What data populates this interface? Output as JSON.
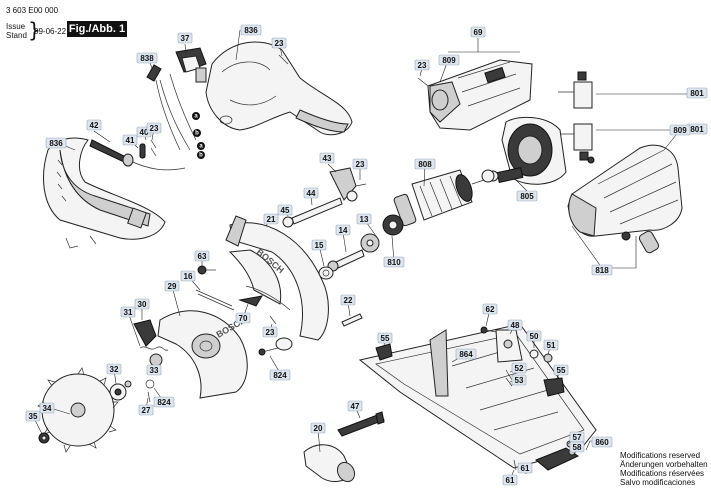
{
  "header": {
    "code": "3 603 E00 000",
    "issue_label": "Issue",
    "stand_label": "Stand",
    "date": "09-06-22",
    "figure": "Fig./Abb. 1"
  },
  "notes": [
    "Modifications reserved",
    "Änderungen vorbehalten",
    "Modifications réservées",
    "Salvo modificaciones"
  ],
  "brand_marks": [
    "BOSCH",
    "BOSCH"
  ],
  "part_labels": {
    "836_a": "836",
    "836_b": "836",
    "838": "838",
    "37": "37",
    "23_a": "23",
    "a_1": "a",
    "b_1": "b",
    "a_2": "a",
    "b_2": "b",
    "42": "42",
    "41": "41",
    "40": "40",
    "23_b": "23",
    "69": "69",
    "809_a": "809",
    "23_c": "23",
    "801_a": "801",
    "801_b": "801",
    "809_b": "809",
    "43": "43",
    "23_d": "23",
    "808": "808",
    "805": "805",
    "44": "44",
    "45": "45",
    "21": "21",
    "13": "13",
    "14": "14",
    "15": "15",
    "810": "810",
    "818": "818",
    "63": "63",
    "16": "16",
    "29": "29",
    "70": "70",
    "22": "22",
    "23_e": "23",
    "30": "30",
    "31": "31",
    "824_a": "824",
    "32": "32",
    "33": "33",
    "27": "27",
    "824_b": "824",
    "34": "34",
    "35": "35",
    "62": "62",
    "48": "48",
    "50": "50",
    "51": "51",
    "55_a": "55",
    "864": "864",
    "52": "52",
    "53": "53",
    "55_b": "55",
    "47": "47",
    "20": "20",
    "57": "57",
    "58": "58",
    "860": "860",
    "61_a": "61",
    "61_b": "61"
  }
}
